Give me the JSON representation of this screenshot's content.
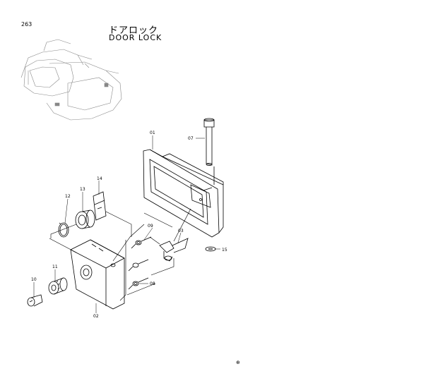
{
  "page_number": "263",
  "title_jp": "ドアロック",
  "title_en": "DOOR  LOCK",
  "callouts": {
    "c01": "01",
    "c02": "02",
    "c03": "03",
    "c07": "07",
    "c08": "08",
    "c09": "09",
    "c10": "10",
    "c11": "11",
    "c12": "12",
    "c13": "13",
    "c14": "14",
    "c15": "15"
  },
  "bottom_mark": "⊕"
}
